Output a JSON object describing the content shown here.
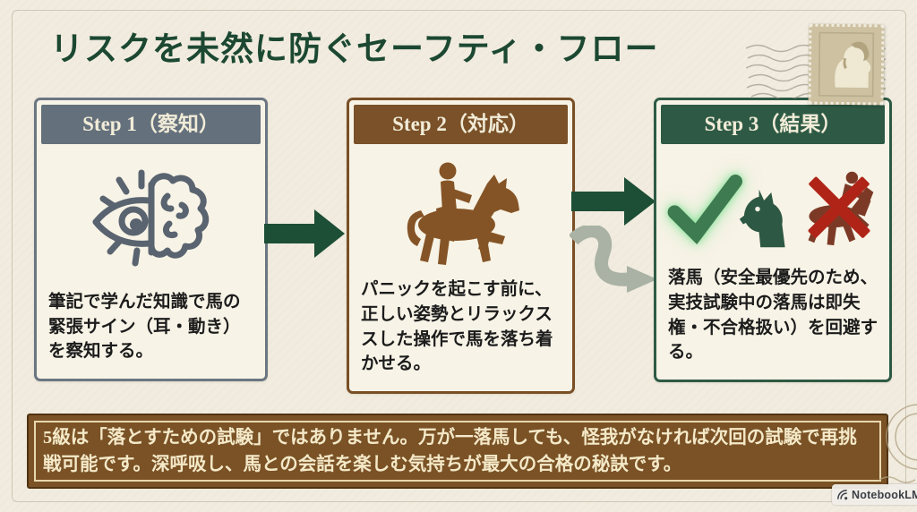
{
  "slide": {
    "title": "リスクを未然に防ぐセーフティ・フロー",
    "steps": [
      {
        "header": "Step 1（察知）",
        "body": "筆記で学んだ知識で馬の緊張サイン（耳・動き）を察知する。",
        "icon": "eye-brain-icon",
        "accent_color": "#64707c"
      },
      {
        "header": "Step 2（対応）",
        "body": "パニックを起こす前に、正しい姿勢とリラックススした操作で馬を落ち着かせる。",
        "icon": "horse-rider-icon",
        "accent_color": "#7a5128"
      },
      {
        "header": "Step 3（結果）",
        "body": "落馬（安全最優先のため、実技試験中の落馬は即失権・不合格扱い）を回避する。",
        "icons": [
          "check-icon",
          "horse-head-icon",
          "crossed-fallen-rider-icon"
        ],
        "accent_color": "#2e5a45"
      }
    ],
    "arrows": [
      {
        "name": "arrow-step1-step2",
        "style": "straight",
        "color": "#1d4e36"
      },
      {
        "name": "arrow-step2-step3",
        "style": "straight",
        "color": "#1d4e36"
      },
      {
        "name": "arrow-step2-wavy",
        "style": "wavy",
        "color": "#a9b2a4"
      }
    ],
    "footer_note": "5級は「落とすための試験」ではありません。万が一落馬しても、怪我がなければ次回の試験で再挑戦可能です。深呼吸し、馬との会話を楽しむ気持ちが最大の合格の秘訣です。",
    "decorations": [
      "postage-stamp-queen",
      "postmark-wavy-lines",
      "corner-postmark-circle"
    ],
    "branding": "NotebookLM",
    "colors": {
      "background": "#f1ecdf",
      "title_green": "#1c4832",
      "card_bg": "#f7f3e6",
      "step1_gray": "#64707c",
      "step2_brown": "#7a5128",
      "step3_green": "#2e5a45",
      "banner_brown": "#7a5226",
      "banner_text": "#f4e9c8",
      "check_green": "#3e7b50",
      "cross_red": "#b02418",
      "wavy_arrow_gray": "#a9b2a4"
    }
  }
}
